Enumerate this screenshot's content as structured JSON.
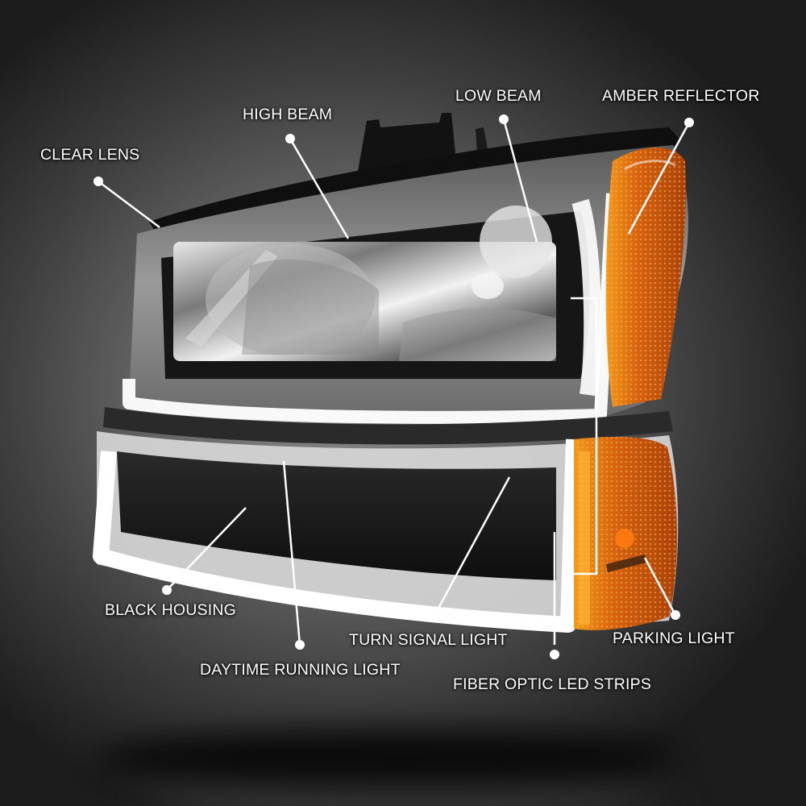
{
  "image": {
    "subject": "Black housing headlight with amber reflector and fiber optic LED strips",
    "colors": {
      "background_center": "#8a8a8a",
      "background_edge": "#1c1c1c",
      "housing_black": "#161616",
      "chrome": "#c9c9c9",
      "led_strip": "#ffffff",
      "amber": "#d9600e",
      "label_text": "#ffffff"
    }
  },
  "callouts": [
    {
      "id": "clear-lens",
      "label": "CLEAR LENS"
    },
    {
      "id": "high-beam",
      "label": "HIGH BEAM"
    },
    {
      "id": "low-beam",
      "label": "LOW BEAM"
    },
    {
      "id": "amber-reflector",
      "label": "AMBER REFLECTOR"
    },
    {
      "id": "black-housing",
      "label": "BLACK HOUSING"
    },
    {
      "id": "daytime-running-light",
      "label": "DAYTIME RUNNING LIGHT"
    },
    {
      "id": "turn-signal-light",
      "label": "TURN SIGNAL LIGHT"
    },
    {
      "id": "parking-light",
      "label": "PARKING LIGHT"
    },
    {
      "id": "fiber-optic-led-strips",
      "label": "FIBER OPTIC LED STRIPS"
    }
  ]
}
